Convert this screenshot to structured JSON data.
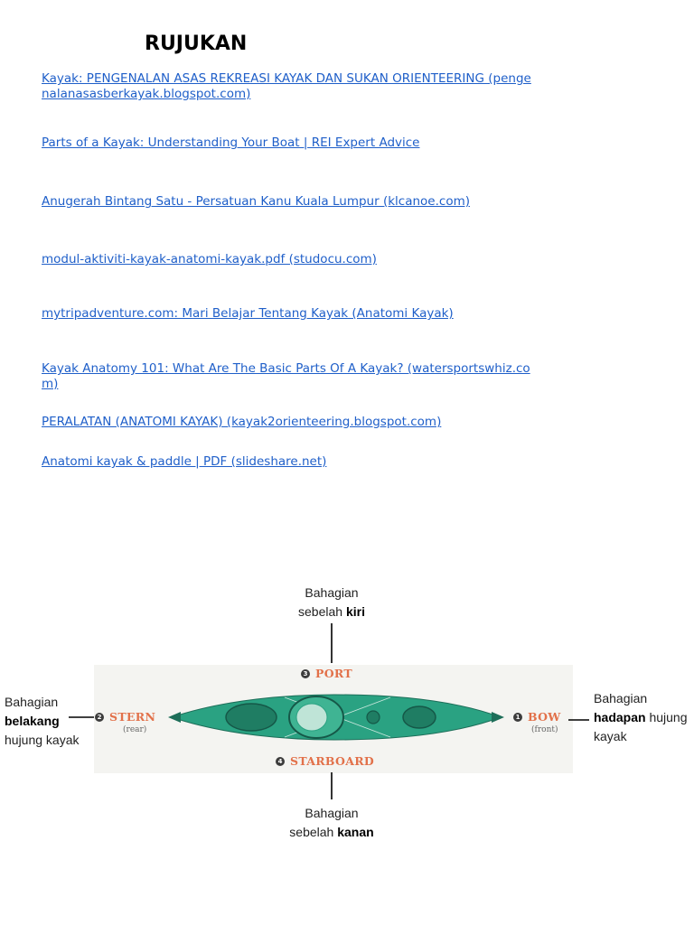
{
  "page": {
    "title": "RUJUKAN"
  },
  "references": [
    "Kayak: PENGENALAN ASAS REKREASI KAYAK DAN SUKAN ORIENTEERING (pengenalanasasberkayak.blogspot.com)",
    "Parts of a Kayak: Understanding Your Boat | REI Expert Advice",
    "Anugerah Bintang Satu - Persatuan Kanu Kuala Lumpur (klcanoe.com)",
    "modul-aktiviti-kayak-anatomi-kayak.pdf (studocu.com)",
    "mytripadventure.com: Mari Belajar Tentang Kayak (Anatomi Kayak)",
    "Kayak Anatomy 101: What Are The Basic Parts Of A Kayak? (watersportswhiz.com)",
    "PERALATAN (ANATOMI KAYAK) (kayak2orienteering.blogspot.com)",
    "Anatomi kayak & paddle | PDF (slideshare.net)"
  ],
  "diagram": {
    "colors": {
      "hull": "#2aa282",
      "accent": "#e2714a",
      "outline": "#1d6e59"
    },
    "parts": {
      "stern": {
        "number": "2",
        "name": "STERN",
        "note": "(rear)"
      },
      "bow": {
        "number": "1",
        "name": "BOW",
        "note": "(front)"
      },
      "port": {
        "number": "3",
        "name": "PORT"
      },
      "starboard": {
        "number": "4",
        "name": "STARBOARD"
      }
    },
    "labels": {
      "top": {
        "line1": "Bahagian",
        "prefix": "sebelah ",
        "bold": "kiri"
      },
      "bottom": {
        "line1": "Bahagian",
        "prefix": "sebelah ",
        "bold": "kanan"
      },
      "left": {
        "line1": "Bahagian",
        "bold": "belakang",
        "line3": "hujung kayak"
      },
      "right": {
        "line1": "Bahagian",
        "bold": "hadapan",
        "suffix": " hujung",
        "line3": "kayak"
      }
    }
  }
}
